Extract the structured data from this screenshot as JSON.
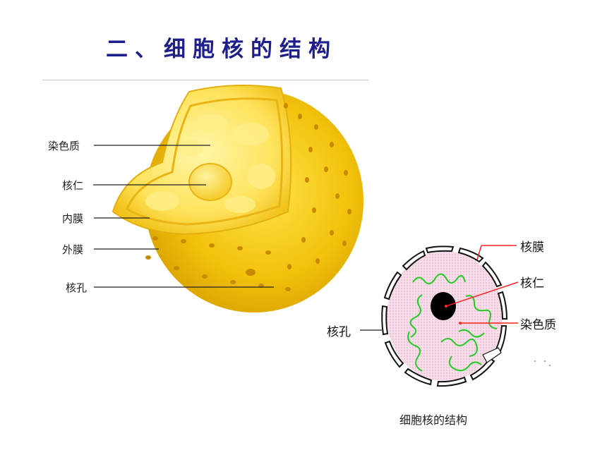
{
  "title": "二、细胞核的结构",
  "left_diagram": {
    "labels": {
      "chromatin": "染色质",
      "nucleolus": "核仁",
      "inner_membrane": "内膜",
      "outer_membrane": "外膜",
      "nuclear_pore": "核孔"
    }
  },
  "right_diagram": {
    "labels": {
      "nuclear_envelope": "核膜",
      "nucleolus": "核仁",
      "chromatin": "染色质",
      "nuclear_pore": "核孔"
    },
    "caption": "细胞核的结构"
  }
}
